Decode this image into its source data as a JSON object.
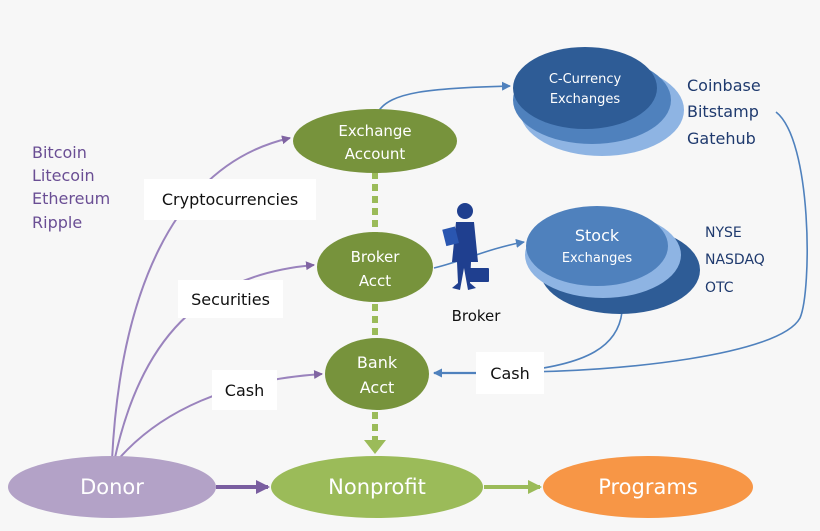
{
  "nodes": {
    "donor": "Donor",
    "nonprofit": "Nonprofit",
    "programs": "Programs",
    "exchange_account": [
      "Exchange",
      "Account"
    ],
    "broker_acct": [
      "Broker",
      "Acct"
    ],
    "bank_acct": [
      "Bank",
      "Acct"
    ],
    "c_currency_exchanges": [
      "C-Currency",
      "Exchanges"
    ],
    "stock_exchanges": [
      "Stock",
      "Exchanges"
    ],
    "broker_figure": "Broker"
  },
  "labels": {
    "cryptocurrencies": "Cryptocurrencies",
    "securities": "Securities",
    "cash_donor": "Cash",
    "cash_return": "Cash"
  },
  "crypto_list": [
    "Bitcoin",
    "Litecoin",
    "Ethereum",
    "Ripple"
  ],
  "crypto_exchange_list": [
    "Coinbase",
    "Bitstamp",
    "Gatehub"
  ],
  "stock_exchange_list": [
    "NYSE",
    "NASDAQ",
    "OTC"
  ],
  "colors": {
    "green_node": "#77933c",
    "light_green": "#9bbb59",
    "purple_node": "#b3a2c7",
    "purple_text": "#6a4e94",
    "orange_node": "#f79646",
    "blue_dark": "#2e5c96",
    "blue_mid": "#4f81bd",
    "blue_light": "#8eb4e3",
    "blue_text": "#1f3a6e",
    "blue_arrow": "#4f81bd"
  }
}
